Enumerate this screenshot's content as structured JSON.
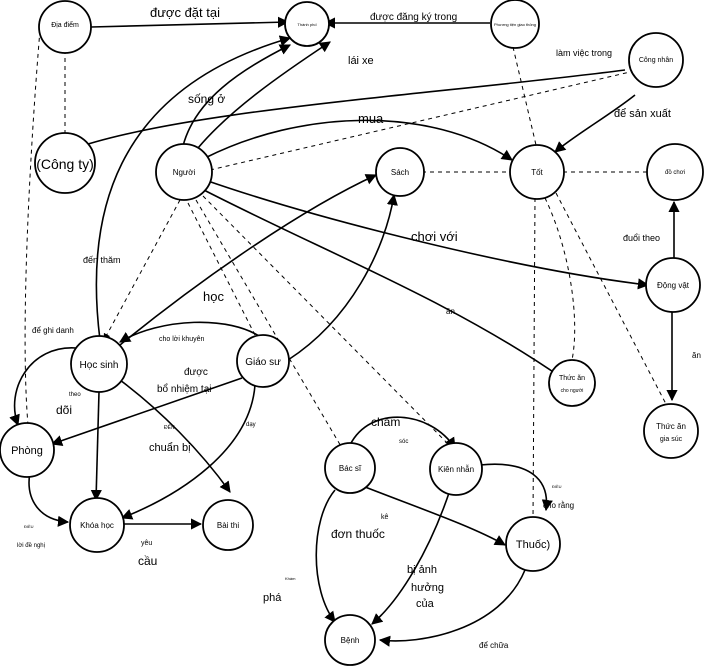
{
  "nodes": [
    {
      "id": "dia-diem",
      "label": [
        "Địa điểm"
      ]
    },
    {
      "id": "thanh-pho",
      "label": [
        "Thành phố"
      ]
    },
    {
      "id": "phuong-tien",
      "label": [
        "Phương tiện giao thông"
      ]
    },
    {
      "id": "cong-nhan",
      "label": [
        "Công nhân"
      ]
    },
    {
      "id": "cong-ty",
      "label": [
        "(Công ty)"
      ]
    },
    {
      "id": "nguoi",
      "label": [
        "Người"
      ]
    },
    {
      "id": "sach",
      "label": [
        "Sách"
      ]
    },
    {
      "id": "tot",
      "label": [
        "Tốt"
      ]
    },
    {
      "id": "do-choi",
      "label": [
        "đồ chơi"
      ]
    },
    {
      "id": "dong-vat",
      "label": [
        "Động vật"
      ]
    },
    {
      "id": "hoc-sinh",
      "label": [
        "Học sinh"
      ]
    },
    {
      "id": "giao-su",
      "label": [
        "Giáo sư"
      ]
    },
    {
      "id": "thuc-an-nguoi",
      "label": [
        "Thức ăn",
        "cho người"
      ]
    },
    {
      "id": "thuc-an-gia-suc",
      "label": [
        "Thức ăn",
        "gia súc"
      ]
    },
    {
      "id": "phong",
      "label": [
        "Phòng"
      ]
    },
    {
      "id": "bac-si",
      "label": [
        "Bác sĩ"
      ]
    },
    {
      "id": "kien-nhan",
      "label": [
        "Kiên nhẫn"
      ]
    },
    {
      "id": "khoa-hoc",
      "label": [
        "Khóa học"
      ]
    },
    {
      "id": "bai-thi",
      "label": [
        "Bài thi"
      ]
    },
    {
      "id": "thuoc",
      "label": [
        "Thuốc)"
      ]
    },
    {
      "id": "benh",
      "label": [
        "Bệnh"
      ]
    }
  ],
  "edge_labels": [
    {
      "id": "duoc-dat-tai",
      "text": "được đặt tại"
    },
    {
      "id": "duoc-dang-ky",
      "text": "được đăng ký trong"
    },
    {
      "id": "lam-viec-trong",
      "text": "làm việc trong"
    },
    {
      "id": "lai-xe",
      "text": "lái xe"
    },
    {
      "id": "song-o",
      "text": "sống ở"
    },
    {
      "id": "mua",
      "text": "mua"
    },
    {
      "id": "de-san-xuat",
      "text": "để sản xuất"
    },
    {
      "id": "choi-voi",
      "text": "chơi với"
    },
    {
      "id": "duoi-theo",
      "text": "đuổi theo"
    },
    {
      "id": "den-tham",
      "text": "đến thăm"
    },
    {
      "id": "hoc",
      "text": "học"
    },
    {
      "id": "an-1",
      "text": "ăn"
    },
    {
      "id": "an-2",
      "text": "ăn"
    },
    {
      "id": "de-ghi-danh",
      "text": "để ghi danh"
    },
    {
      "id": "cho-loi-khuyen",
      "text": "cho lời khuyên"
    },
    {
      "id": "duoc",
      "text": "được"
    },
    {
      "id": "bo-nhiem-tai",
      "text": "bổ nhiệm tại"
    },
    {
      "id": "theo",
      "text": "theo"
    },
    {
      "id": "doi",
      "text": "dõi"
    },
    {
      "id": "den",
      "text": "ĐẾN"
    },
    {
      "id": "chuan-bi",
      "text": "chuẩn bị"
    },
    {
      "id": "day",
      "text": "dạy"
    },
    {
      "id": "cham",
      "text": "chăm"
    },
    {
      "id": "soc",
      "text": "sóc"
    },
    {
      "id": "ke",
      "text": "kê"
    },
    {
      "id": "don-thuoc",
      "text": "đơn thuốc"
    },
    {
      "id": "dieu",
      "text": "ĐIỀU"
    },
    {
      "id": "cho-rang",
      "text": "cho rằng"
    },
    {
      "id": "dieu-2",
      "text": "ĐIỀU"
    },
    {
      "id": "loi-de-nghi",
      "text": "lời đề nghị"
    },
    {
      "id": "yeu",
      "text": "yêu"
    },
    {
      "id": "cau",
      "text": "cầu"
    },
    {
      "id": "kham",
      "text": "Khám"
    },
    {
      "id": "pha",
      "text": "phá"
    },
    {
      "id": "bi-anh",
      "text": "bị ảnh"
    },
    {
      "id": "huong",
      "text": "hưởng"
    },
    {
      "id": "cua",
      "text": "của"
    },
    {
      "id": "de-chua",
      "text": "để chữa"
    }
  ]
}
